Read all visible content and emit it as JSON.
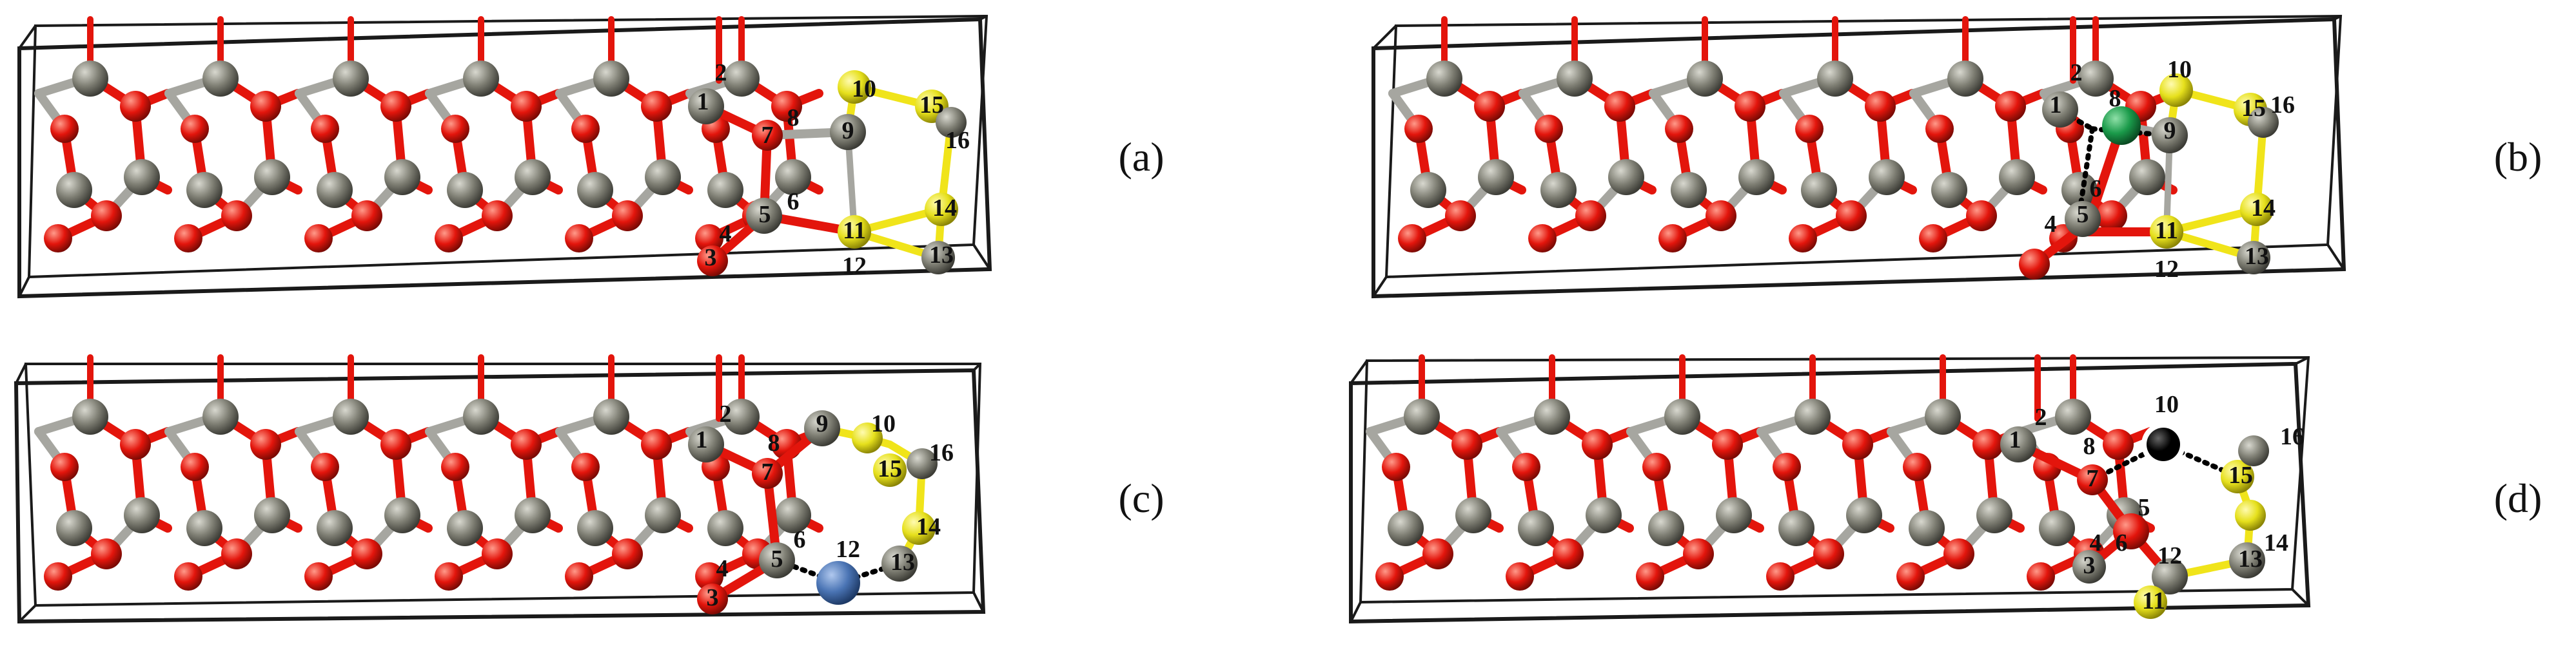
{
  "colors": {
    "background": "#ffffff",
    "oxygen_atom": "#e3150c",
    "carbon_atom": "#7f7f74",
    "sulfur_atom": "#e6e01c",
    "cell_frame": "#1a1a1a",
    "bond_grey": "#a6a6a0",
    "bond_red": "#e3150c",
    "bond_yellow": "#f0e41a",
    "bond_dotted": "#000000",
    "adsorbate_b": "#1a9a4a",
    "adsorbate_c": "#4a74b4",
    "adsorbate_d": "#000000"
  },
  "panels": [
    {
      "letter": "(a)",
      "labels": [
        "1",
        "2",
        "3",
        "4",
        "5",
        "6",
        "7",
        "8",
        "9",
        "10",
        "11",
        "12",
        "13",
        "14",
        "15",
        "16"
      ]
    },
    {
      "letter": "(b)",
      "labels": [
        "1",
        "2",
        "4",
        "5",
        "6",
        "8",
        "9",
        "10",
        "11",
        "12",
        "13",
        "14",
        "15",
        "16"
      ]
    },
    {
      "letter": "(c)",
      "labels": [
        "1",
        "2",
        "3",
        "4",
        "5",
        "6",
        "7",
        "8",
        "9",
        "10",
        "12",
        "13",
        "14",
        "15",
        "16"
      ]
    },
    {
      "letter": "(d)",
      "labels": [
        "1",
        "2",
        "3",
        "4",
        "5",
        "6",
        "7",
        "8",
        "10",
        "11",
        "12",
        "13",
        "14",
        "15",
        "16"
      ]
    }
  ]
}
